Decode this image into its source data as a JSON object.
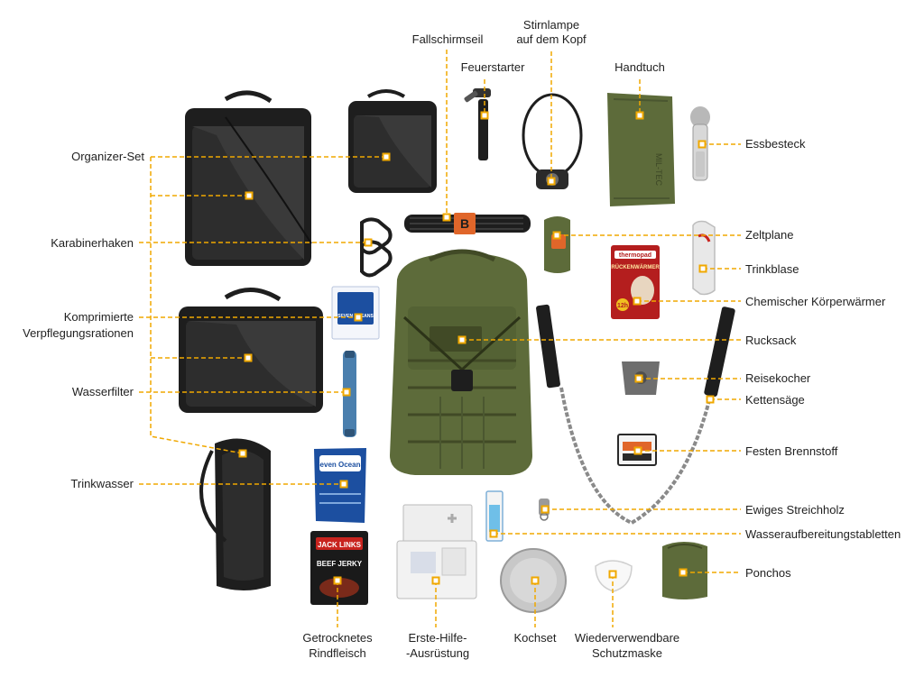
{
  "colors": {
    "leader": "#f0a800",
    "olive": "#5d6b3a",
    "olive_dark": "#414a26",
    "black_gear": "#1e1e1e",
    "mesh": "#2d2d2d",
    "blue": "#1c4fa0",
    "red": "#c8231e"
  },
  "labels": {
    "fallschirmseil": "Fallschirmseil",
    "stirnlampe_1": "Stirnlampe",
    "stirnlampe_2": "auf dem Kopf",
    "feuerstarter": "Feuerstarter",
    "handtuch": "Handtuch",
    "organizer_set": "Organizer-Set",
    "essbesteck": "Essbesteck",
    "karabinerhaken": "Karabinerhaken",
    "zeltplane": "Zeltplane",
    "trinkblase": "Trinkblase",
    "chemischer_koerperwaermer": "Chemischer Körperwärmer",
    "komprimierte_1": "Komprimierte",
    "komprimierte_2": "Verpflegungsrationen",
    "rucksack": "Rucksack",
    "reisekocher": "Reisekocher",
    "wasserfilter": "Wasserfilter",
    "kettensaege": "Kettensäge",
    "festen_brennstoff": "Festen Brennstoff",
    "trinkwasser": "Trinkwasser",
    "ewiges_streichholz": "Ewiges Streichholz",
    "wasseraufbereitungstabletten": "Wasseraufbereitungstabletten",
    "ponchos": "Ponchos",
    "rindfleisch_1": "Getrocknetes",
    "rindfleisch_2": "Rindfleisch",
    "erste_hilfe_1": "Erste-Hilfe-",
    "erste_hilfe_2": "-Ausrüstung",
    "kochset": "Kochset",
    "schutzmaske_1": "Wiederverwendbare",
    "schutzmaske_2": "Schutzmaske"
  },
  "product_text": {
    "seven_oceans_1": "SEVEN OCEANS",
    "seven_oceans_2": "Seven OceanS",
    "jack_links": "JACK LINKS",
    "beef_jerky": "BEEF JERKY",
    "thermopad": "thermopad",
    "rueckenwaermer": "RÜCKENWÄRMER",
    "hours": "12h",
    "mil_tec": "MIL-TEC",
    "paracord_logo": "B"
  }
}
